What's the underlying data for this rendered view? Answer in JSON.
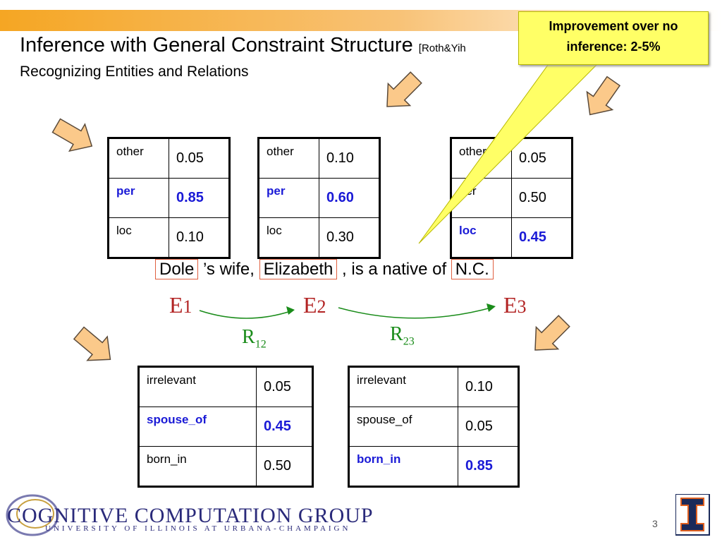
{
  "header": {
    "title": "Inference with General Constraint Structure",
    "citation": "[Roth&Yih",
    "subtitle": "Recognizing Entities and Relations"
  },
  "callout": {
    "text_line1": "Improvement over no",
    "text_line2": "inference: 2-5%"
  },
  "entity_tables": [
    {
      "rows": [
        {
          "label": "other",
          "value": "0.05"
        },
        {
          "label": "per",
          "value": "0.85"
        },
        {
          "label": "loc",
          "value": "0.10"
        }
      ]
    },
    {
      "rows": [
        {
          "label": "other",
          "value": "0.10"
        },
        {
          "label": "per",
          "value": "0.60"
        },
        {
          "label": "loc",
          "value": "0.30"
        }
      ]
    },
    {
      "rows": [
        {
          "label": "other",
          "value": "0.05"
        },
        {
          "label": "per",
          "value": "0.50"
        },
        {
          "label": "loc",
          "value": "0.45"
        }
      ]
    }
  ],
  "relation_tables": [
    {
      "rows": [
        {
          "label": "irrelevant",
          "value": "0.05"
        },
        {
          "label": "spouse_of",
          "value": "0.45"
        },
        {
          "label": "born_in",
          "value": "0.50"
        }
      ]
    },
    {
      "rows": [
        {
          "label": "irrelevant",
          "value": "0.10"
        },
        {
          "label": "spouse_of",
          "value": "0.05"
        },
        {
          "label": "born_in",
          "value": "0.85"
        }
      ]
    }
  ],
  "sentence": {
    "entity1": "Dole",
    "part1": "’s wife,",
    "entity2": "Elizabeth",
    "part2": ", is a native of",
    "entity3": "N.C."
  },
  "entities": {
    "e1": "E",
    "e1_sub": "1",
    "e2": "E",
    "e2_sub": "2",
    "e3": "E",
    "e3_sub": "3"
  },
  "relations": {
    "r12": "R",
    "r12_sub": "12",
    "r23": "R",
    "r23_sub": "23"
  },
  "footer": {
    "logo_main": "Cognitive Computation Group",
    "logo_sub": "UNIVERSITY OF ILLINOIS AT URBANA-CHAMPAIGN",
    "page_number": "3"
  },
  "colors": {
    "highlight": "#1a1ad6",
    "entity": "#b22222",
    "relation": "#1a8c1a",
    "arrow_fill": "#fbc98a",
    "callout": "#ffff66"
  }
}
